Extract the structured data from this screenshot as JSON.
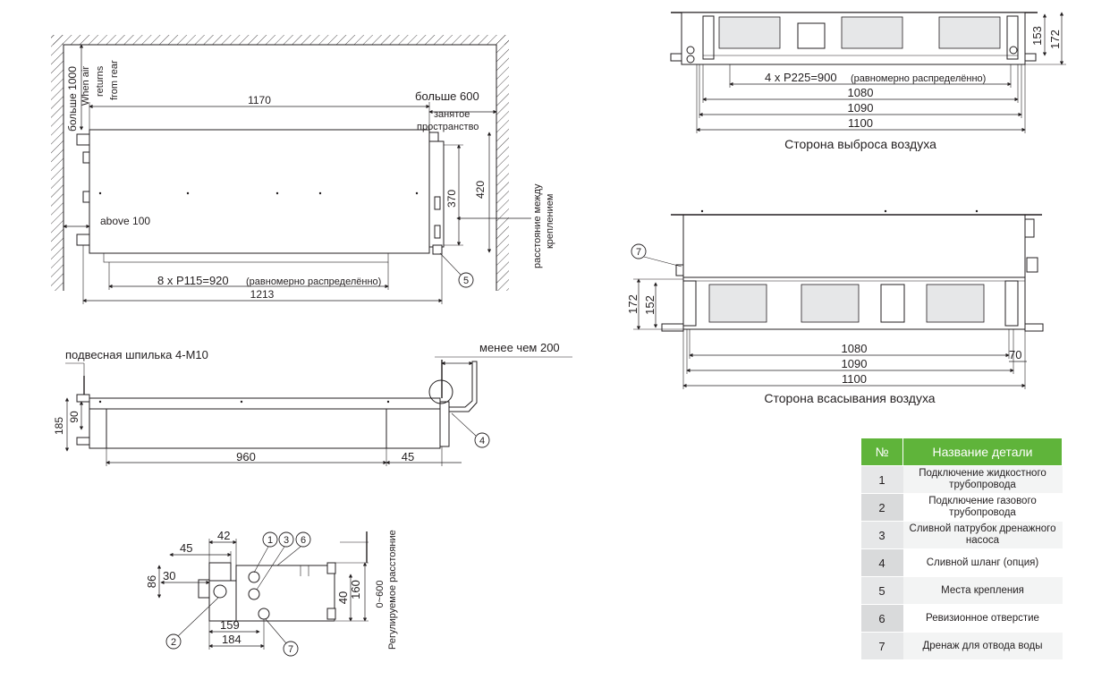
{
  "top_left_view": {
    "wall_left_label": "больше 1000",
    "air_return_label": [
      "When air",
      "returns",
      "from rear"
    ],
    "dim_width": "1170",
    "right_clearance": "больше 600",
    "occupied_space": [
      "занятое",
      "пространство"
    ],
    "dim_370": "370",
    "dim_420": "420",
    "mount_distance": [
      "расстояние между",
      "креплением"
    ],
    "above_label": "above 100",
    "pitch_label": "8 х P115=920",
    "pitch_note": "(равномерно распределённо)",
    "dim_total": "1213",
    "callout": "5"
  },
  "side_view": {
    "hanger_label": "подвесная шпилька 4-M10",
    "less_than": "менее чем 200",
    "dim_185": "185",
    "dim_90": "90",
    "dim_960": "960",
    "dim_45": "45",
    "callout": "4"
  },
  "end_view": {
    "dims": {
      "d45": "45",
      "d42": "42",
      "d30": "30",
      "d86": "86",
      "d159": "159",
      "d184": "184",
      "d40": "40",
      "d160": "160"
    },
    "range": "0~600",
    "adjustable": "Регулируемое расстояние",
    "callouts": [
      "1",
      "3",
      "6",
      "2",
      "7"
    ]
  },
  "outlet_view": {
    "pitch_label": "4 х P225=900",
    "pitch_note": "(равномерно распределённо)",
    "dim_1080": "1080",
    "dim_1090": "1090",
    "dim_1100": "1100",
    "dim_153": "153",
    "dim_172": "172",
    "caption": "Сторона выброса воздуха"
  },
  "inlet_view": {
    "callout": "7",
    "dim_172": "172",
    "dim_152": "152",
    "dim_1080": "1080",
    "dim_1090": "1090",
    "dim_1100": "1100",
    "dim_70": "70",
    "caption": "Сторона всасывания воздуха"
  },
  "parts_table": {
    "header_num": "№",
    "header_name": "Название детали",
    "header_color": "#5fb43a",
    "rows": [
      {
        "num": "1",
        "name": "Подключение жидкостного трубопровода"
      },
      {
        "num": "2",
        "name": "Подключение газового трубопровода"
      },
      {
        "num": "3",
        "name": "Сливной патрубок дренажного насоса"
      },
      {
        "num": "4",
        "name": "Сливной шланг (опция)"
      },
      {
        "num": "5",
        "name": "Места крепления"
      },
      {
        "num": "6",
        "name": "Ревизионное отверстие"
      },
      {
        "num": "7",
        "name": "Дренаж для отвода воды"
      }
    ]
  }
}
